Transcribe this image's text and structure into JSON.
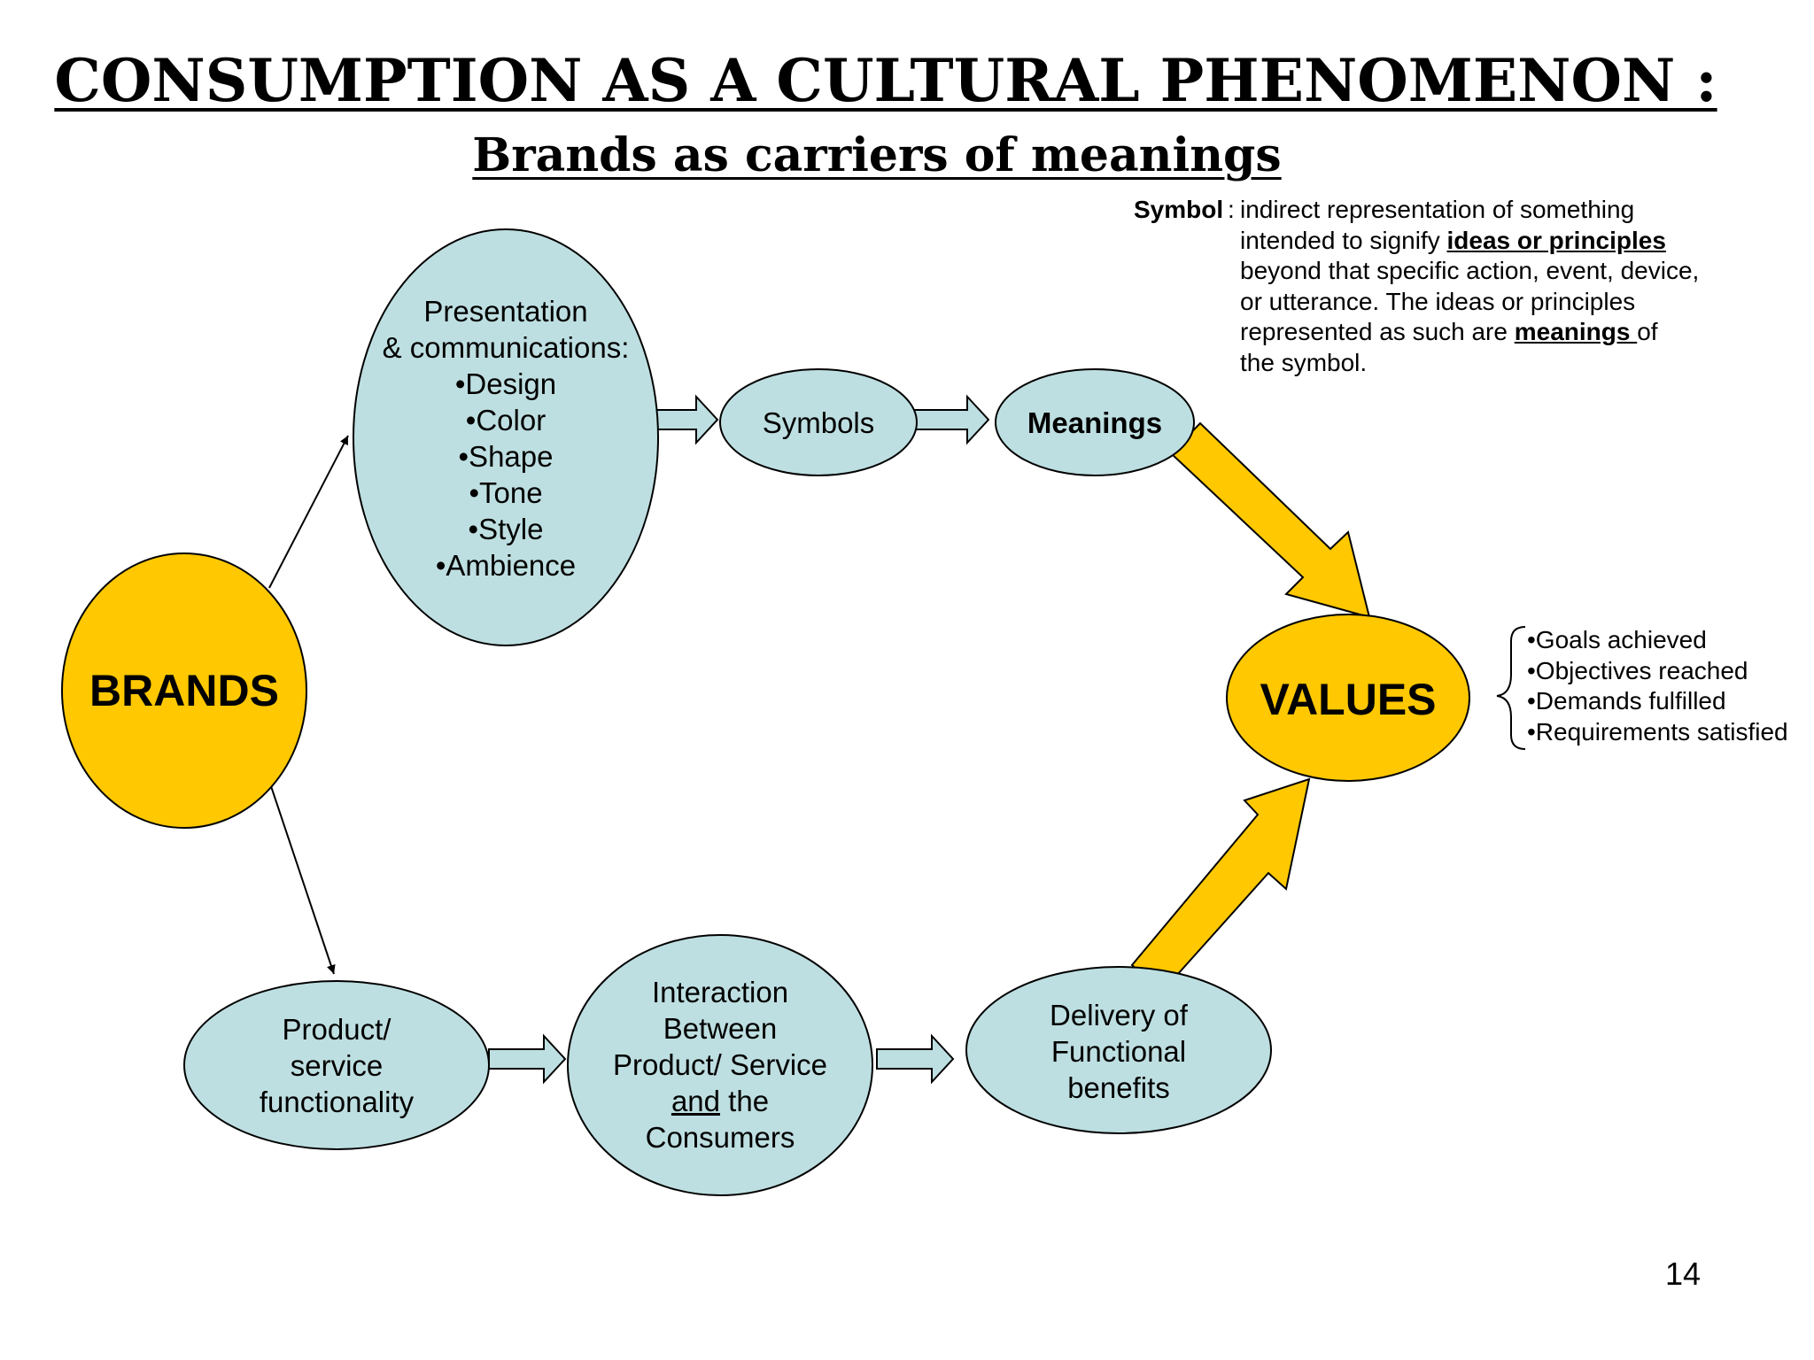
{
  "title": "CONSUMPTION AS A CULTURAL PHENOMENON :",
  "subtitle": "Brands as carriers of meanings",
  "symbol_definition": {
    "term": "Symbol",
    "colon": ":",
    "lines": [
      "indirect representation of something",
      "intended to signify ",
      "ideas or principles",
      "beyond that specific action, event, device,",
      "or utterance.   The ideas or principles",
      "represented as such are ",
      "meanings ",
      "of",
      "the symbol."
    ]
  },
  "nodes": {
    "brands": "BRANDS",
    "presentation": {
      "heading1": "Presentation",
      "heading2": "& communications:",
      "items": [
        "•Design",
        "•Color",
        "•Shape",
        "•Tone",
        "•Style",
        "•Ambience"
      ]
    },
    "symbols": "Symbols",
    "meanings": "Meanings",
    "values": "VALUES",
    "product": [
      "Product/",
      "service",
      "functionality"
    ],
    "interaction": [
      "Interaction",
      "Between",
      "Product/ Service",
      "and",
      " the",
      "Consumers"
    ],
    "delivery": [
      "Delivery of",
      "Functional",
      "benefits"
    ]
  },
  "values_list": [
    "•Goals achieved",
    "•Objectives reached",
    "•Demands fulfilled",
    "•Requirements satisfied"
  ],
  "page_number": "14",
  "colors": {
    "gold": "#FFC800",
    "light_blue": "#BEDFE1",
    "outline": "#000000"
  }
}
